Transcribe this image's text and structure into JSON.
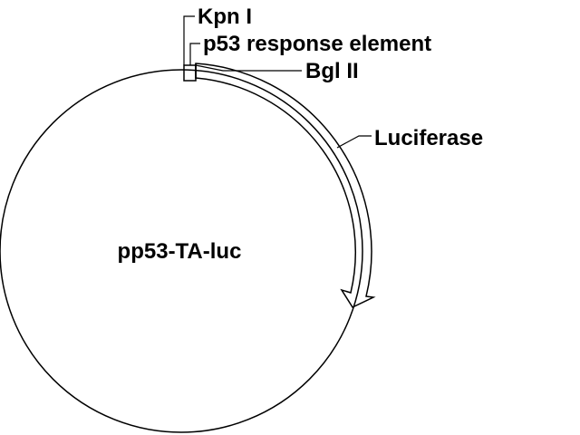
{
  "plasmid": {
    "name": "pp53-TA-luc"
  },
  "features": {
    "kpn": "Kpn I",
    "p53re": "p53 response element",
    "bgl": "Bgl II",
    "luciferase": "Luciferase"
  },
  "colors": {
    "stroke": "#000000",
    "background": "#ffffff"
  }
}
